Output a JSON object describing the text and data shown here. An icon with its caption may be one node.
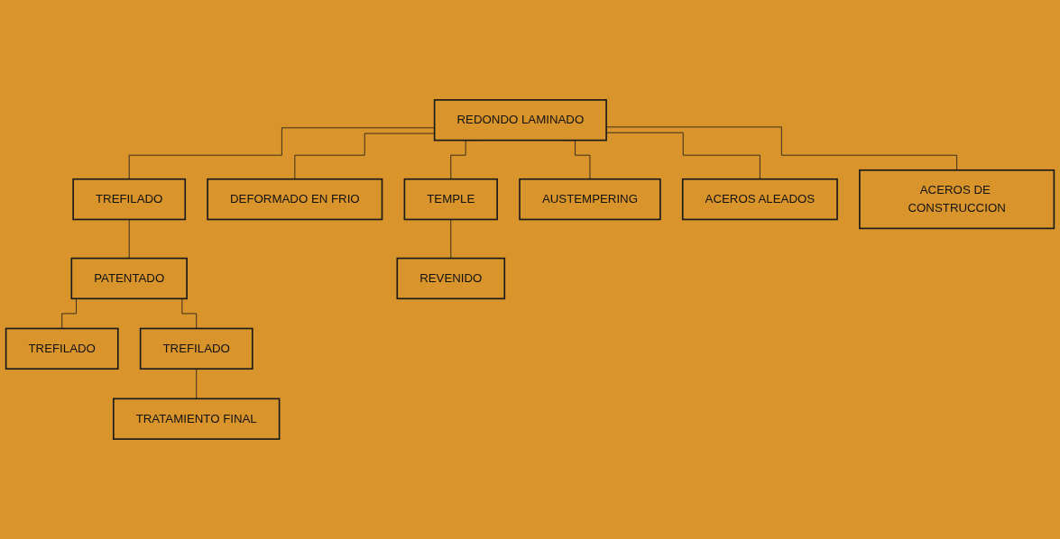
{
  "diagram": {
    "nodes": [
      {
        "text": [
          "REDONDO LAMINADO"
        ]
      },
      {
        "text": [
          "TREFILADO"
        ]
      },
      {
        "text": [
          "PATENTADO"
        ]
      },
      {
        "text": [
          "TREFILADO"
        ]
      },
      {
        "text": [
          "TREFILADO"
        ]
      },
      {
        "text": [
          "TRATAMIENTO FINAL"
        ]
      },
      {
        "text": [
          "DEFORMADO EN FRIO"
        ]
      },
      {
        "text": [
          "TEMPLE"
        ]
      },
      {
        "text": [
          "REVENIDO"
        ]
      },
      {
        "text": [
          "AUSTEMPERING"
        ]
      },
      {
        "text": [
          "ACEROS ALEADOS"
        ]
      },
      {
        "text": [
          "ACEROS DE CONSTRUCCION"
        ]
      }
    ],
    "edges": [
      {
        "from": 0,
        "to": 1,
        "arrow": "none"
      },
      {
        "from": 1,
        "to": 2,
        "arrow": "none"
      },
      {
        "from": 2,
        "to": 3,
        "arrow": "none"
      },
      {
        "from": 2,
        "to": 4,
        "arrow": "none"
      },
      {
        "from": 4,
        "to": 5,
        "arrow": "none"
      },
      {
        "from": 0,
        "to": 6,
        "arrow": "none"
      },
      {
        "from": 0,
        "to": 7,
        "arrow": "none"
      },
      {
        "from": 7,
        "to": 8,
        "arrow": "none"
      },
      {
        "from": 0,
        "to": 9,
        "arrow": "none"
      },
      {
        "from": 0,
        "to": 10,
        "arrow": "none"
      },
      {
        "from": 0,
        "to": 11,
        "arrow": "none"
      }
    ]
  }
}
